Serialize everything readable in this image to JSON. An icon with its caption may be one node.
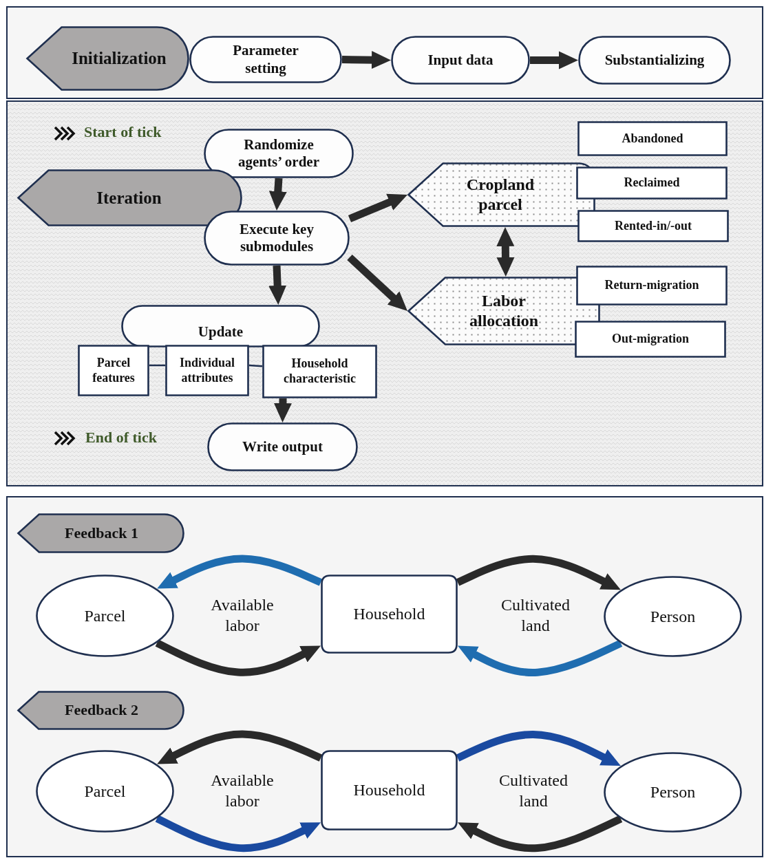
{
  "diagram": {
    "nodes": [
      {
        "text": [
          "Initialization"
        ]
      },
      {
        "text": [
          "Parameter setting"
        ]
      },
      {
        "text": [
          "Input data"
        ]
      },
      {
        "text": [
          "Substantializing"
        ]
      },
      {
        "text": [
          "Randomize agents’ order"
        ]
      },
      {
        "text": [
          "Iteration"
        ]
      },
      {
        "text": [
          "Execute key submodules"
        ]
      },
      {
        "text": [
          "Cropland parcel"
        ]
      },
      {
        "text": [
          "Abandoned"
        ]
      },
      {
        "text": [
          "Reclaimed"
        ]
      },
      {
        "text": [
          "Rented-in/-out"
        ]
      },
      {
        "text": [
          "Labor allocation"
        ]
      },
      {
        "text": [
          "Return-migration"
        ]
      },
      {
        "text": [
          "Out-migration"
        ]
      },
      {
        "text": [
          "Update"
        ]
      },
      {
        "text": [
          "Parcel features"
        ]
      },
      {
        "text": [
          "Individual attributes"
        ]
      },
      {
        "text": [
          "Household characteristic"
        ]
      },
      {
        "text": [
          "Write output"
        ]
      },
      {
        "text": [
          "Feedback 1"
        ]
      },
      {
        "text": [
          "Parcel"
        ]
      },
      {
        "text": [
          "Household"
        ]
      },
      {
        "text": [
          "Person"
        ]
      },
      {
        "text": [
          "Feedback 2"
        ]
      },
      {
        "text": [
          "Parcel"
        ]
      },
      {
        "text": [
          "Household"
        ]
      },
      {
        "text": [
          "Person"
        ]
      }
    ],
    "edges": [
      {
        "from": 1,
        "to": 2,
        "arrow": "to"
      },
      {
        "from": 2,
        "to": 3,
        "arrow": "to"
      },
      {
        "from": 4,
        "to": 6,
        "arrow": "to"
      },
      {
        "from": 6,
        "to": 7,
        "arrow": "to"
      },
      {
        "from": 6,
        "to": 11,
        "arrow": "to"
      },
      {
        "from": 7,
        "to": 11,
        "arrow": "both"
      },
      {
        "from": 6,
        "to": 14,
        "arrow": "to"
      },
      {
        "from": 17,
        "to": 18,
        "arrow": "to"
      },
      {
        "from": 15,
        "to": 16,
        "arrow": "none",
        "color": "#1f2f4f"
      },
      {
        "from": 16,
        "to": 17,
        "arrow": "none",
        "color": "#1f2f4f"
      },
      {
        "from": 21,
        "to": 20,
        "arrow": "to",
        "color": "#1f6db0"
      },
      {
        "from": 20,
        "to": 21,
        "arrow": "to"
      },
      {
        "from": 21,
        "to": 22,
        "arrow": "to"
      },
      {
        "from": 22,
        "to": 21,
        "arrow": "to",
        "color": "#1f6db0"
      },
      {
        "from": 25,
        "to": 24,
        "arrow": "to"
      },
      {
        "from": 24,
        "to": 25,
        "arrow": "to",
        "color": "#1a4aa0"
      },
      {
        "from": 25,
        "to": 26,
        "arrow": "to",
        "color": "#1a4aa0"
      },
      {
        "from": 26,
        "to": 25,
        "arrow": "to"
      }
    ],
    "labels": [
      "Start of tick",
      "End of tick",
      "Available labor",
      "Cultivated land",
      "Available labor",
      "Cultivated land"
    ]
  }
}
